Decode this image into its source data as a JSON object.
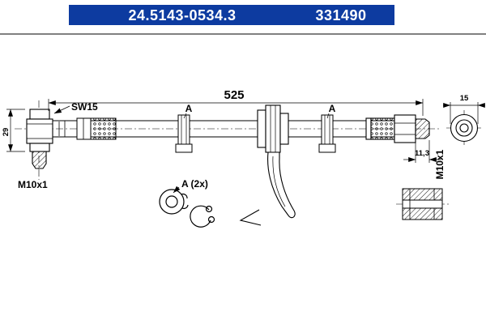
{
  "header": {
    "part_number": "24.5143-0534.3",
    "catalog_number": "331490"
  },
  "dimensions": {
    "overall_length": "525",
    "wrench_size": "SW15",
    "fitting_height": "29",
    "thread_left": "M10x1",
    "thread_right": "M10x1",
    "thread_length_right": "11,3",
    "end_outer_dia": "15"
  },
  "callouts": {
    "clip_left": "A",
    "clip_right": "A",
    "detail_label": "A (2x)"
  },
  "colors": {
    "header_bar": "#0d3ba0",
    "line": "#000000",
    "background": "#ffffff"
  }
}
